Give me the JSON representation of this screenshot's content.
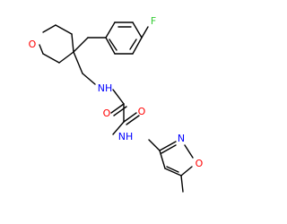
{
  "molecule": {
    "atoms": [
      {
        "id": "o_pyran",
        "label": "O",
        "color": "#ff0000"
      },
      {
        "id": "f",
        "label": "F",
        "color": "#33cc33"
      },
      {
        "id": "nh1",
        "label": "NH",
        "color": "#0000ff"
      },
      {
        "id": "o_carbonyl1",
        "label": "O",
        "color": "#ff0000"
      },
      {
        "id": "o_carbonyl2",
        "label": "O",
        "color": "#ff0000"
      },
      {
        "id": "nh2",
        "label": "NH",
        "color": "#0000ff"
      },
      {
        "id": "n_isox",
        "label": "N",
        "color": "#0000ff"
      },
      {
        "id": "o_isox",
        "label": "O",
        "color": "#ff0000"
      }
    ]
  }
}
